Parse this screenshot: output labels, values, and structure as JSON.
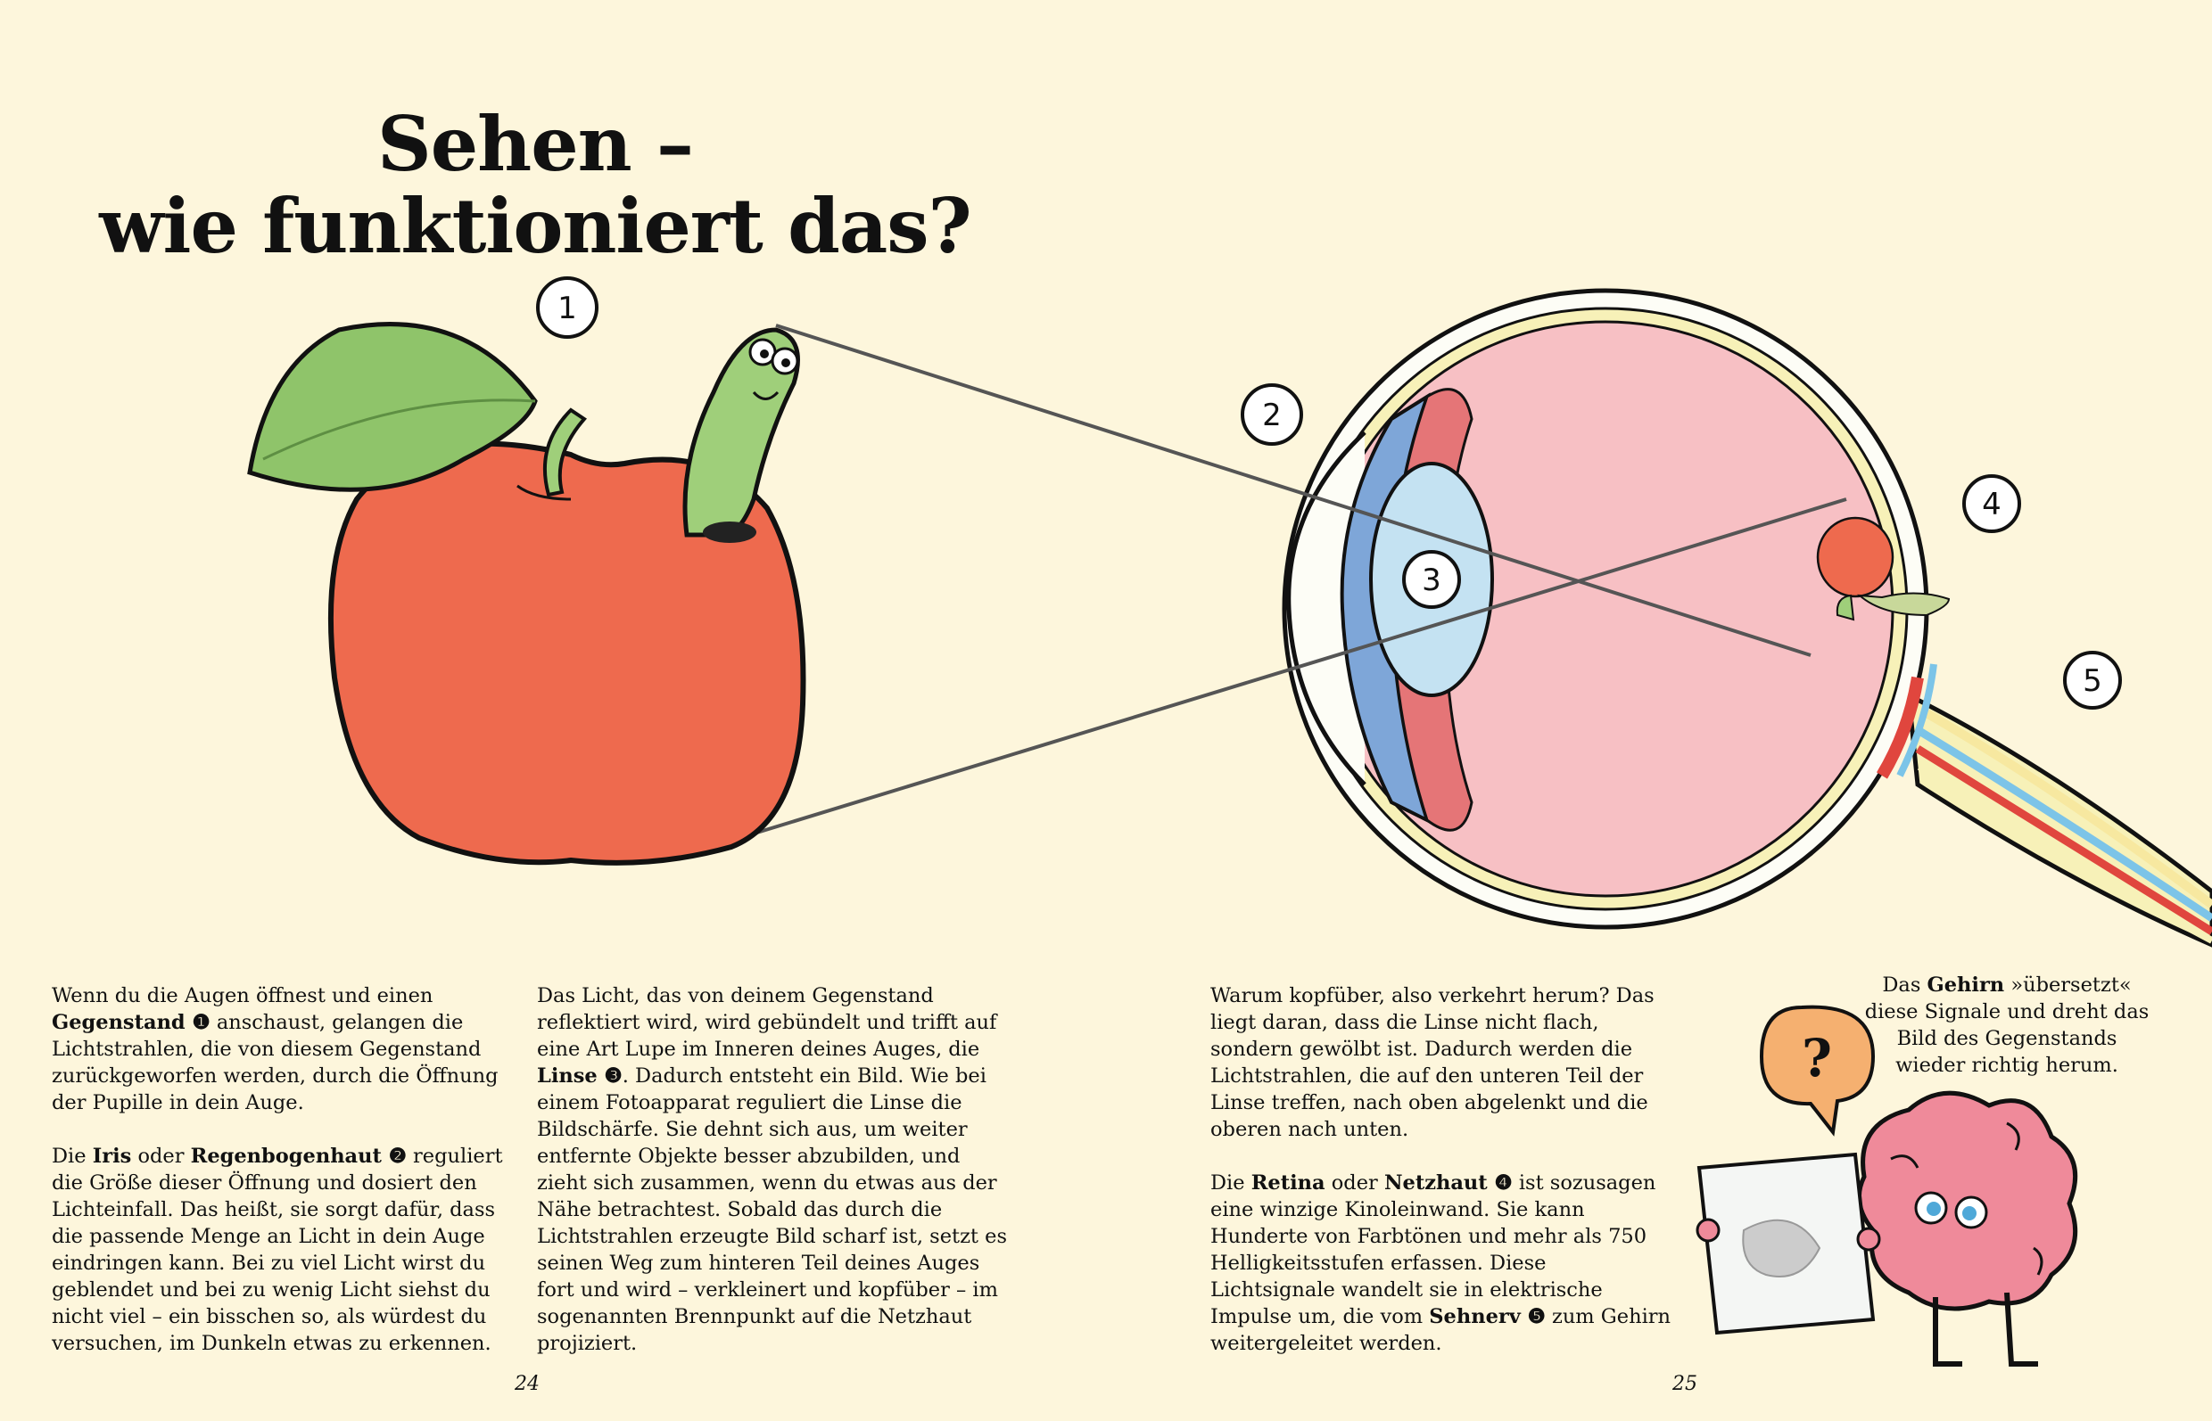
{
  "title": {
    "line1": "Sehen –",
    "line2": "wie funktioniert das?"
  },
  "labels": {
    "n1": "1",
    "n2": "2",
    "n3": "3",
    "n4": "4",
    "n5": "5"
  },
  "bubble": {
    "symbol": "?"
  },
  "columns": {
    "col1": {
      "p1": [
        "Wenn du die Augen öffnest und einen ",
        "Gegenstand ❶",
        " anschaust, gelangen die Lichtstrahlen, die von diesem Gegenstand zurückgeworfen werden, durch die Öffnung der Pupille in dein Auge."
      ],
      "p2": [
        "Die ",
        "Iris",
        " oder ",
        "Regenbogenhaut ❷",
        " reguliert die Größe dieser Öffnung und dosiert den Lichteinfall. Das heißt, sie sorgt dafür, dass die passende Menge an Licht in dein Auge eindringen kann. Bei zu viel Licht wirst du geblendet und bei zu wenig Licht siehst du nicht viel – ein bisschen so, als würdest du versuchen, im Dunkeln etwas zu erkennen."
      ]
    },
    "col2": {
      "p1": [
        "Das Licht, das von deinem Gegenstand reflektiert wird, wird gebündelt und trifft auf eine Art Lupe im Inneren deines Auges, die ",
        "Linse ❸",
        ". Dadurch entsteht ein Bild. Wie bei einem Fotoapparat reguliert die Linse die Bildschärfe. Sie dehnt sich aus, um weiter entfernte Objekte besser abzubilden, und zieht sich zusammen, wenn du etwas aus der Nähe betrachtest. Sobald das durch die Lichtstrahlen erzeugte Bild scharf ist, setzt es seinen Weg zum hinteren Teil deines Auges fort und wird – verkleinert und kopfüber – im sogenannten Brennpunkt auf die Netzhaut projiziert."
      ]
    },
    "col3": {
      "p1": [
        "Warum kopfüber, also verkehrt herum? Das liegt daran, dass die Linse nicht flach, sondern gewölbt ist. Dadurch werden die Lichtstrahlen, die auf den unteren Teil der Linse treffen, nach oben abgelenkt und die oberen nach unten."
      ],
      "p2": [
        "Die ",
        "Retina",
        " oder ",
        "Netzhaut ❹",
        " ist sozusagen eine winzige Kinoleinwand. Sie kann Hunderte von Farbtönen und mehr als 750 Helligkeitsstufen erfassen. Diese Lichtsignale wandelt sie in elektrische Impulse um, die vom ",
        "Sehnerv ❺",
        " zum Gehirn weitergeleitet werden."
      ]
    }
  },
  "brain_note": [
    "Das ",
    "Gehirn",
    " »übersetzt« diese Signale und dreht das Bild des Gegenstands wieder richtig herum."
  ],
  "page_numbers": {
    "left": "24",
    "right": "25"
  },
  "colors": {
    "background": "#fdf6dc",
    "apple": "#ee6a4e",
    "leaf": "#8fc46a",
    "worm": "#9fcf7a",
    "eye_inside": "#f7c0c4",
    "sclera": "#f7f1b8",
    "iris": "#7ea6d8",
    "lens": "#c4e2f2",
    "brain": "#ef8a9a",
    "bubble": "#f5b070"
  }
}
